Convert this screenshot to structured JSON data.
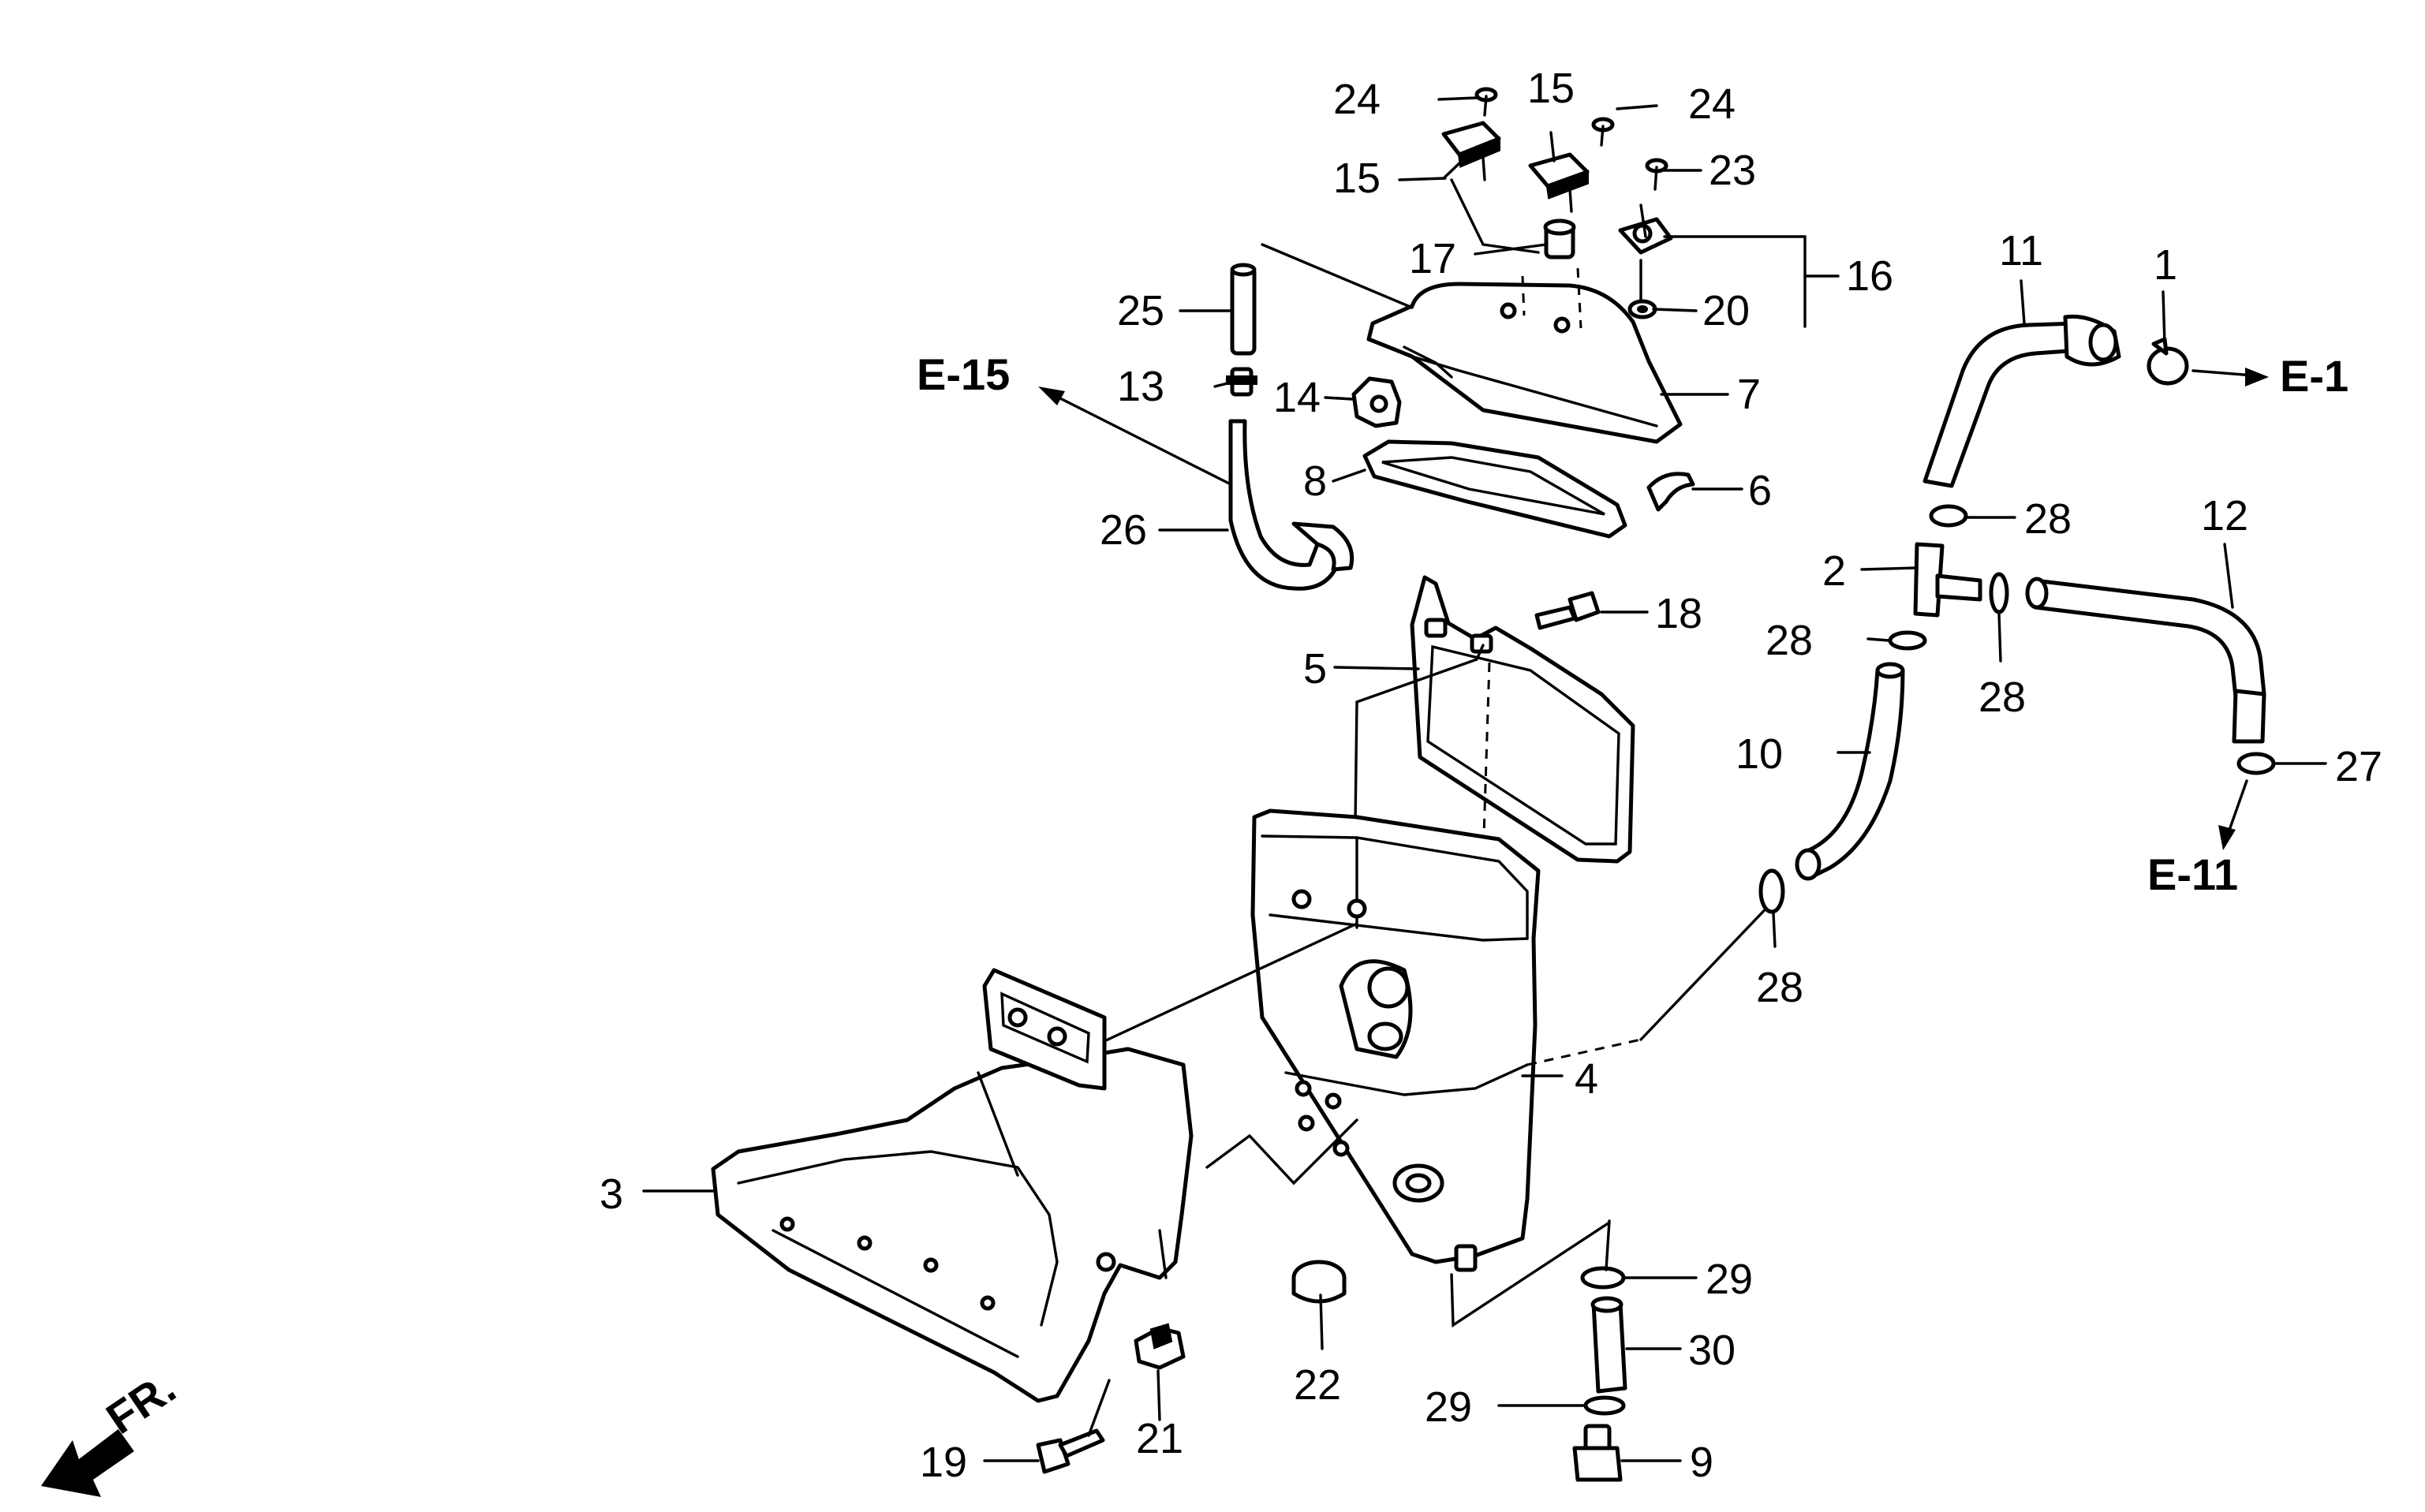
{
  "labels": {
    "p1": "1",
    "p2": "2",
    "p3": "3",
    "p4": "4",
    "p5": "5",
    "p6": "6",
    "p7": "7",
    "p8": "8",
    "p9": "9",
    "p10": "10",
    "p11": "11",
    "p12": "12",
    "p13": "13",
    "p14": "14",
    "p15a": "15",
    "p15b": "15",
    "p16": "16",
    "p17": "17",
    "p18": "18",
    "p19": "19",
    "p20": "20",
    "p21": "21",
    "p22": "22",
    "p23": "23",
    "p24a": "24",
    "p24b": "24",
    "p25": "25",
    "p26": "26",
    "p27": "27",
    "p28a": "28",
    "p28b": "28",
    "p28c": "28",
    "p28d": "28",
    "p29a": "29",
    "p29b": "29",
    "p30": "30"
  },
  "refs": {
    "e15": "E-15",
    "e1": "E-1",
    "e11": "E-11",
    "front": "FR."
  }
}
